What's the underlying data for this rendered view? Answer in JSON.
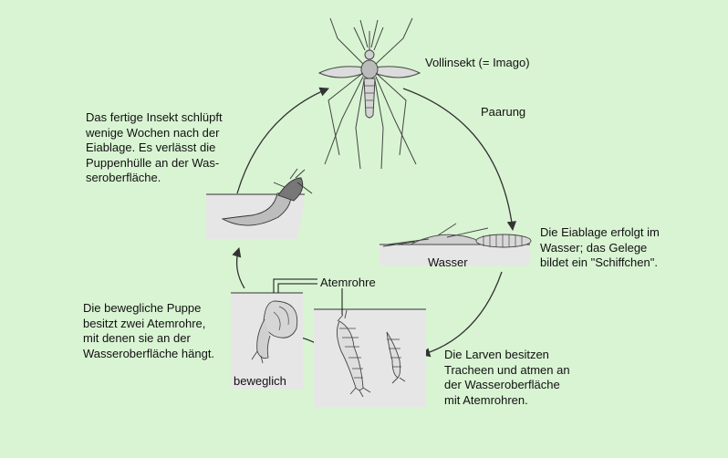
{
  "labels": {
    "adult": "Vollinsekt (= Imago)",
    "mating": "Paarung",
    "eggs_water": "Wasser",
    "eggs_desc": [
      "Die Eiablage erfolgt im",
      "Wasser; das Gelege",
      "bildet ein \"Schiffchen\"."
    ],
    "larvae_desc": [
      "Die Larven besitzen",
      "Tracheen und atmen an",
      "der Wasseroberfläche",
      "mit Atemrohren."
    ],
    "breathing_tubes": "Atemrohre",
    "pupa_box": "beweglich",
    "pupa_desc": [
      "Die bewegliche Puppe",
      "besitzt zwei Atemrohre,",
      "mit denen sie an der",
      "Wasseroberfläche hängt."
    ],
    "hatch_desc": [
      "Das fertige Insekt schlüpft",
      "wenige Wochen nach der",
      "Eiablage. Es verlässt die",
      "Puppenhülle an der Was-",
      "seroberfläche."
    ]
  },
  "colors": {
    "background": "#d9f4d3",
    "water_box": "#e6e6e6",
    "line": "#333333"
  }
}
